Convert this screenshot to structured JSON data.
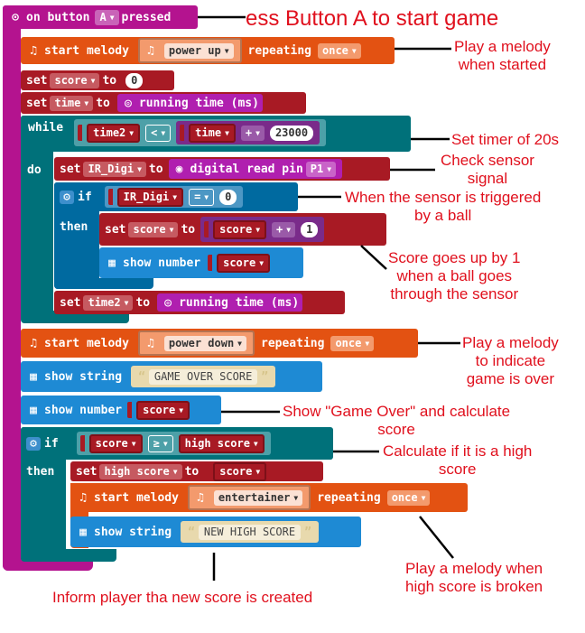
{
  "event": {
    "label": "on button",
    "button": "A",
    "suffix": "pressed"
  },
  "melody1": {
    "label": "start melody",
    "melody": "power up",
    "repeat_label": "repeating",
    "repeat": "once"
  },
  "set_score": {
    "set": "set",
    "var": "score",
    "to": "to",
    "value": "0"
  },
  "set_time": {
    "set": "set",
    "var": "time",
    "to": "to",
    "value": "running time (ms)"
  },
  "while_block": {
    "label": "while",
    "do": "do",
    "left": "time2",
    "op": "<",
    "right_var": "time",
    "plus": "+",
    "right_num": "23000"
  },
  "set_ir": {
    "set": "set",
    "var": "IR_Digi",
    "to": "to",
    "value": "digital read pin",
    "pin": "P1"
  },
  "if1": {
    "label": "if",
    "then": "then",
    "left": "IR_Digi",
    "op": "=",
    "right": "0"
  },
  "set_score2": {
    "set": "set",
    "var": "score",
    "to": "to",
    "left": "score",
    "op": "+",
    "right": "1"
  },
  "show_number1": {
    "label": "show number",
    "var": "score"
  },
  "set_time2": {
    "set": "set",
    "var": "time2",
    "to": "to",
    "value": "running time (ms)"
  },
  "melody2": {
    "label": "start melody",
    "melody": "power down",
    "repeat_label": "repeating",
    "repeat": "once"
  },
  "show_string1": {
    "label": "show string",
    "text": "GAME OVER SCORE"
  },
  "show_number2": {
    "label": "show number",
    "var": "score"
  },
  "if2": {
    "label": "if",
    "then": "then",
    "left": "score",
    "op": "≥",
    "right": "high score"
  },
  "set_high": {
    "set": "set",
    "var": "high score",
    "to": "to",
    "value": "score"
  },
  "melody3": {
    "label": "start melody",
    "melody": "entertainer",
    "repeat_label": "repeating",
    "repeat": "once"
  },
  "show_string2": {
    "label": "show string",
    "text": "NEW HIGH SCORE"
  },
  "annotations": {
    "a1": "ess Button A to start game",
    "a2a": "Play a melody",
    "a2b": "when started",
    "a3": "Set timer of 20s",
    "a4a": "Check sensor",
    "a4b": "signal",
    "a5a": "When the sensor is triggered",
    "a5b": "by a ball",
    "a6a": "Score goes up by 1",
    "a6b": "when a ball goes",
    "a6c": "through the sensor",
    "a7a": "Play a melody",
    "a7b": "to indicate",
    "a7c": "game is over",
    "a8a": "Show \"Game Over\" and calculate",
    "a8b": "score",
    "a9a": "Calculate if it is a high",
    "a9b": "score",
    "a10a": "Play a melody when",
    "a10b": "high score is broken",
    "a11": "Inform player tha new score is created"
  },
  "colors": {
    "event": "#b4138f",
    "music": "#e35212",
    "var": "#a81a24",
    "loop": "#00717a",
    "logic": "#006aa0",
    "basic": "#1e8ad4",
    "input": "#b01faf",
    "annotation": "#e0101d"
  }
}
